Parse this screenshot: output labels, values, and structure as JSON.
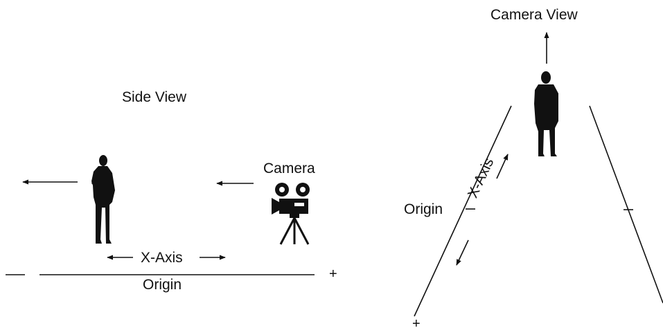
{
  "colors": {
    "ink": "#111111",
    "background": "#ffffff"
  },
  "side_view": {
    "title": "Side View",
    "camera_label": "Camera",
    "axis_label": "X-Axis",
    "origin_label": "Origin",
    "minus_sign": "–",
    "plus_sign": "+",
    "icons": [
      "person-silhouette-icon",
      "movie-camera-on-tripod-icon"
    ]
  },
  "camera_view": {
    "title": "Camera View",
    "axis_label": "X-Axis",
    "origin_label": "Origin",
    "plus_sign": "+",
    "icons": [
      "person-silhouette-icon"
    ]
  }
}
